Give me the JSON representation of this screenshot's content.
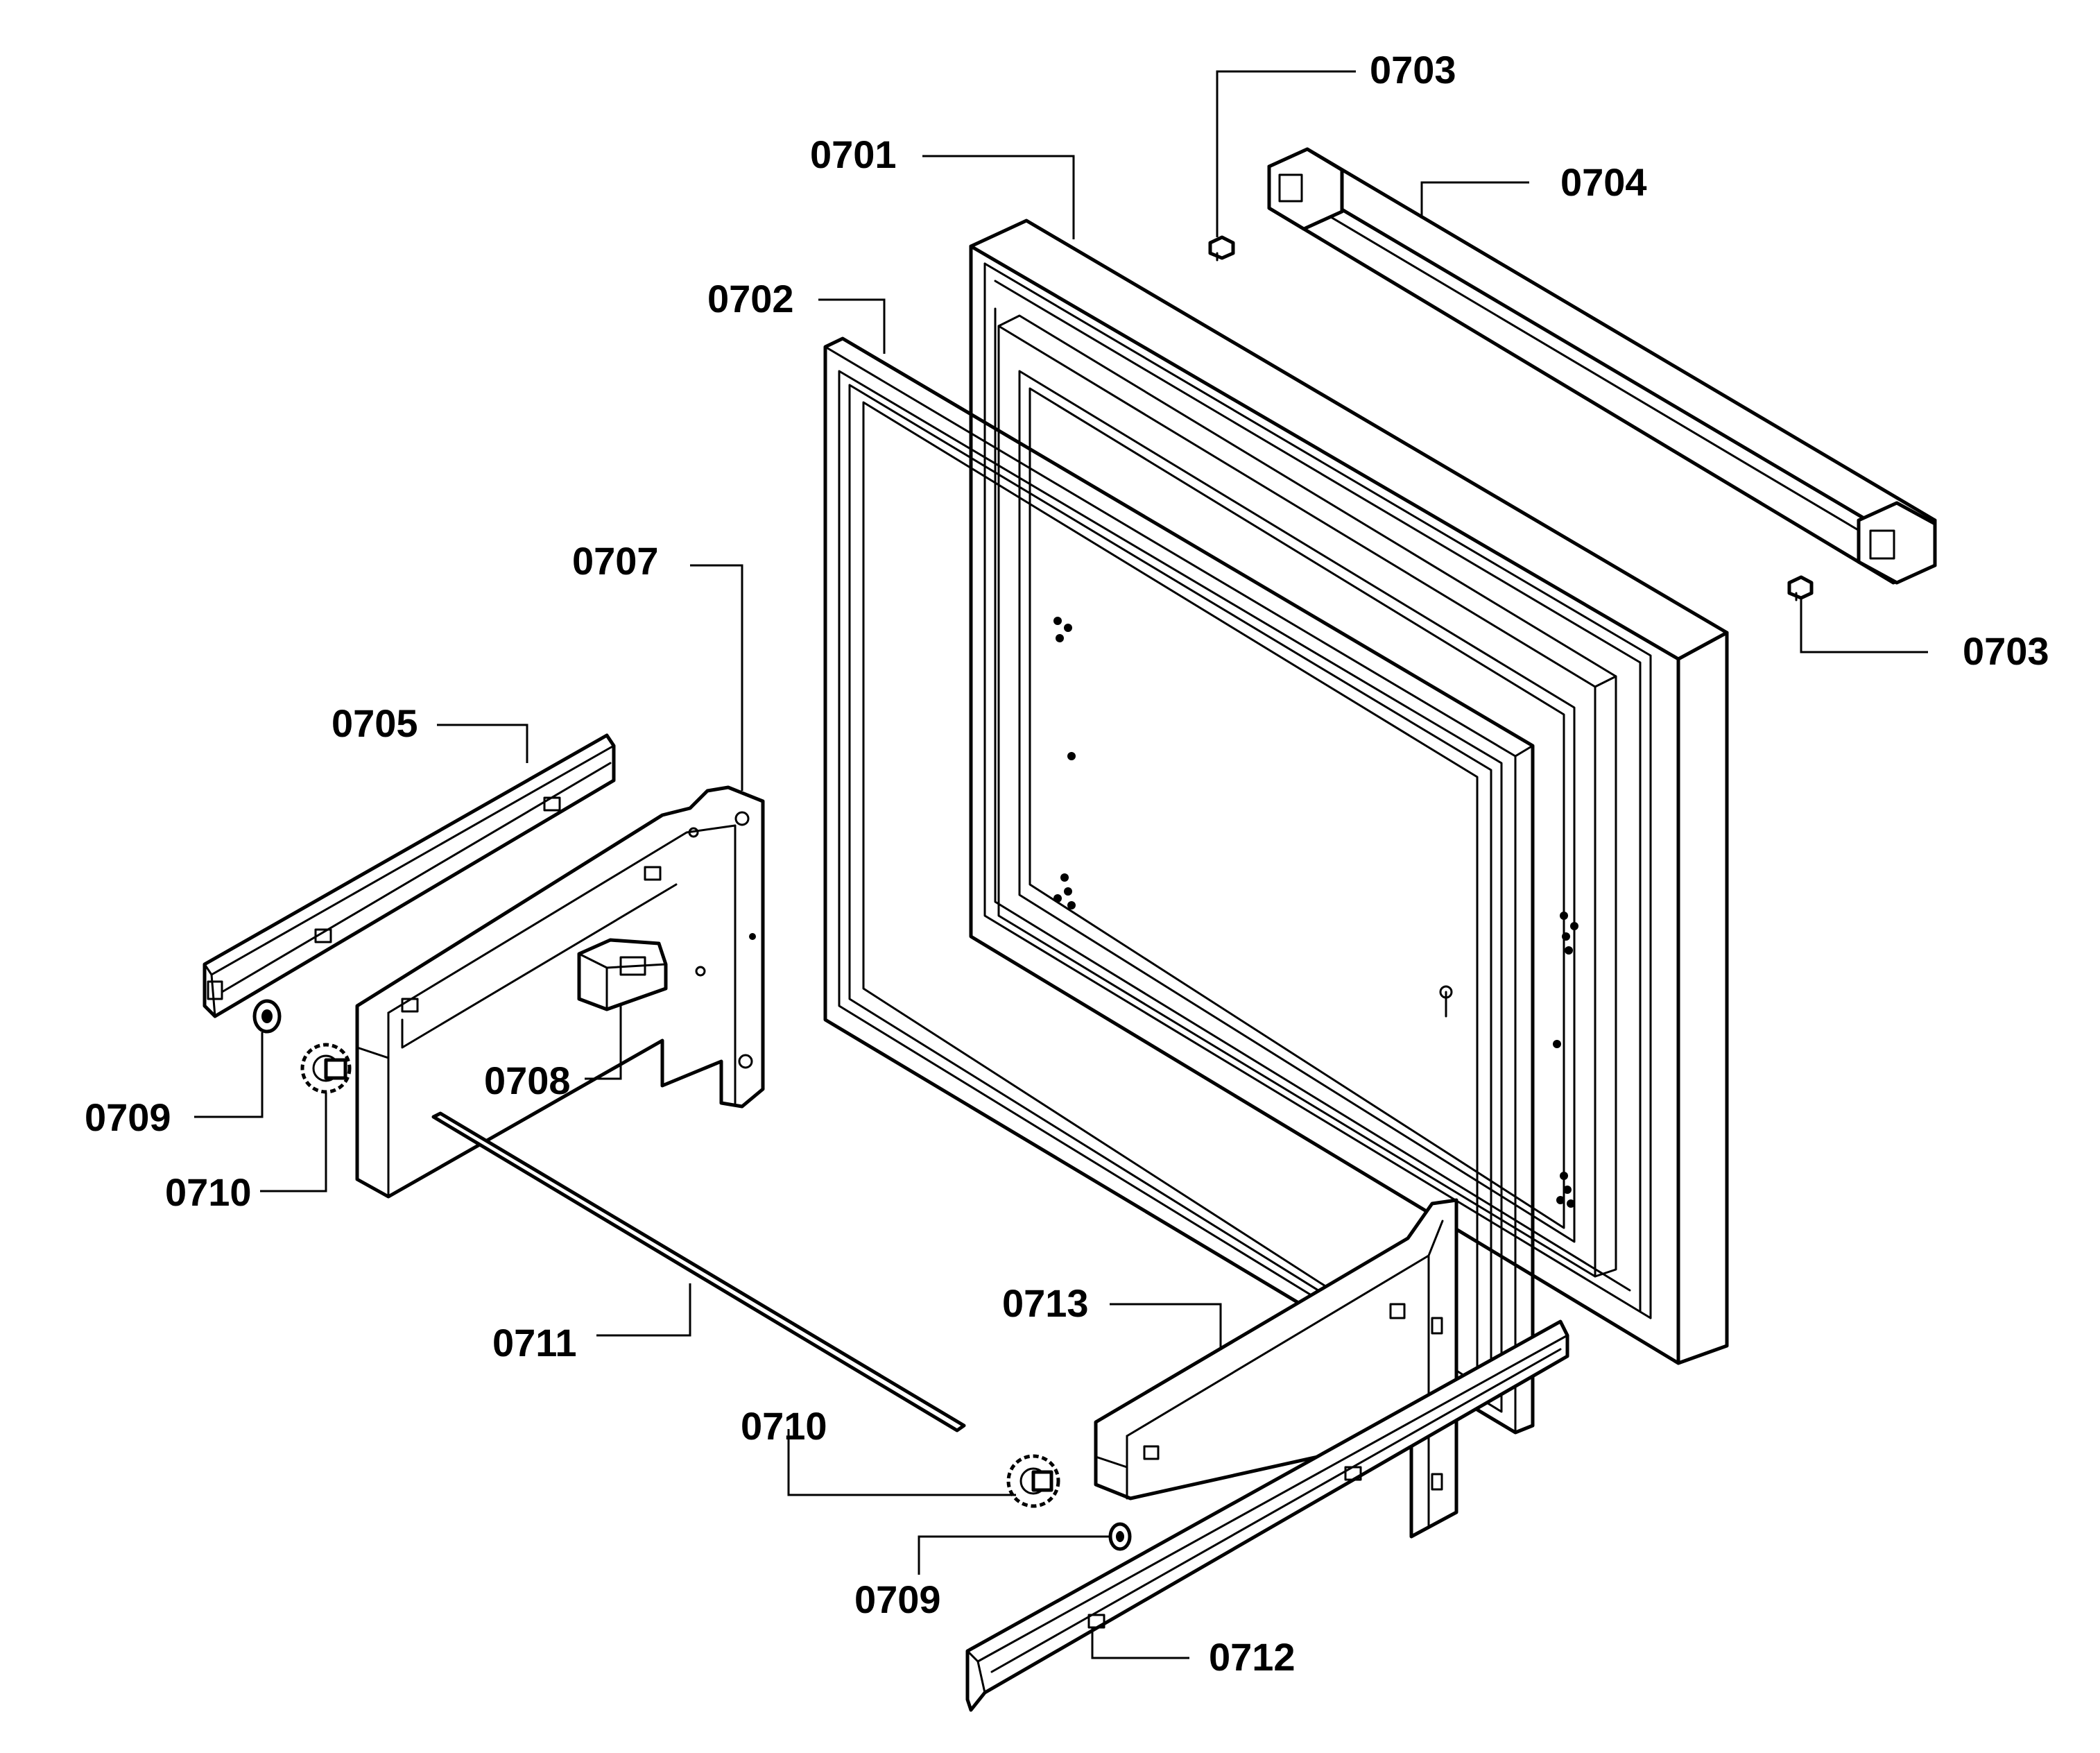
{
  "diagram": {
    "labels": {
      "p0701": "0701",
      "p0702": "0702",
      "p0703_top": "0703",
      "p0703_right": "0703",
      "p0704": "0704",
      "p0705": "0705",
      "p0707": "0707",
      "p0708": "0708",
      "p0709_left": "0709",
      "p0709_bottom": "0709",
      "p0710_left": "0710",
      "p0710_bottom": "0710",
      "p0711": "0711",
      "p0712": "0712",
      "p0713": "0713"
    }
  }
}
